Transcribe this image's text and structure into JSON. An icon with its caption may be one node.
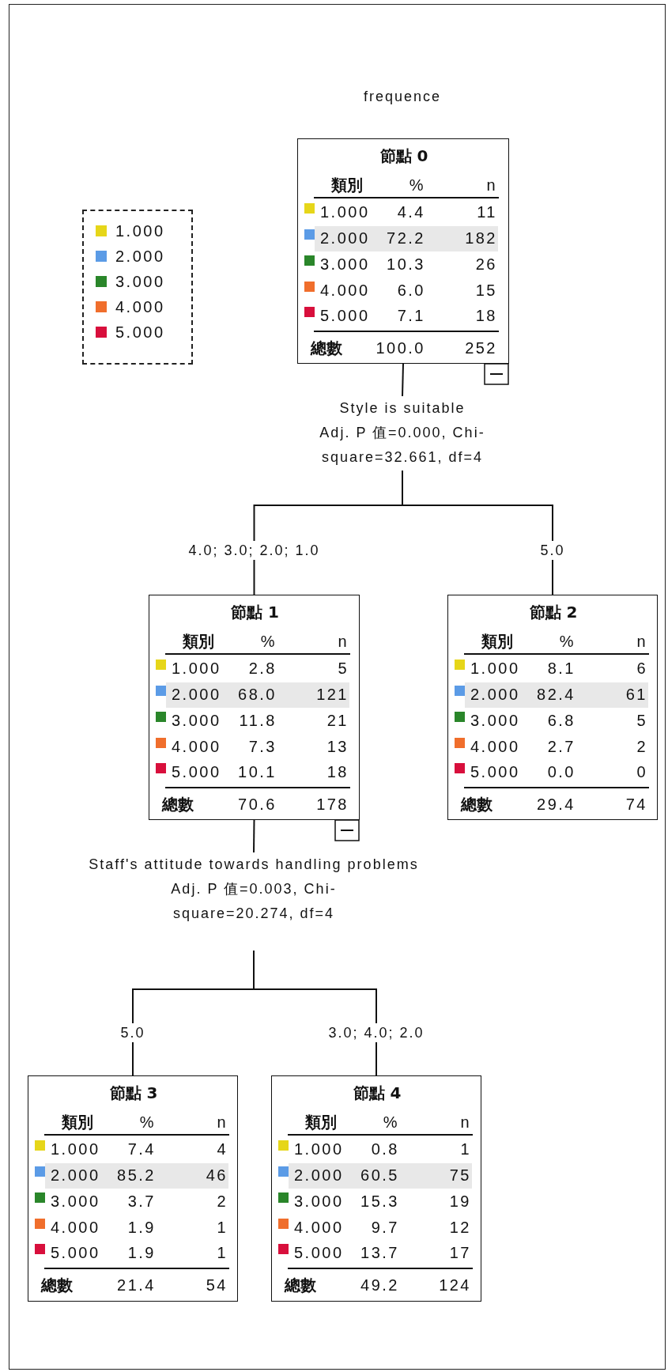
{
  "diagram": {
    "title": "frequence",
    "nodes": [
      {
        "text": [
          "節點 0",
          "類別",
          "%",
          "n",
          "1.000",
          "4.4",
          "11",
          "2.000",
          "72.2",
          "182",
          "3.000",
          "10.3",
          "26",
          "4.000",
          "6.0",
          "15",
          "5.000",
          "7.1",
          "18",
          "總數",
          "100.0",
          "252"
        ]
      },
      {
        "text": [
          "Style is suitable",
          "Adj. P 值=0.000, Chi-square=32.661, df=4"
        ]
      },
      {
        "text": [
          "節點 1",
          "類別",
          "%",
          "n",
          "1.000",
          "2.8",
          "5",
          "2.000",
          "68.0",
          "121",
          "3.000",
          "11.8",
          "21",
          "4.000",
          "7.3",
          "13",
          "5.000",
          "10.1",
          "18",
          "總數",
          "70.6",
          "178"
        ]
      },
      {
        "text": [
          "節點 2",
          "類別",
          "%",
          "n",
          "1.000",
          "8.1",
          "6",
          "2.000",
          "82.4",
          "61",
          "3.000",
          "6.8",
          "5",
          "4.000",
          "2.7",
          "2",
          "5.000",
          "0.0",
          "0",
          "總數",
          "29.4",
          "74"
        ]
      },
      {
        "text": [
          "Staff's attitude towards handling problems",
          "Adj. P 值=0.003, Chi-square=20.274, df=4"
        ]
      },
      {
        "text": [
          "節點 3",
          "類別",
          "%",
          "n",
          "1.000",
          "7.4",
          "4",
          "2.000",
          "85.2",
          "46",
          "3.000",
          "3.7",
          "2",
          "4.000",
          "1.9",
          "1",
          "5.000",
          "1.9",
          "1",
          "總數",
          "21.4",
          "54"
        ]
      },
      {
        "text": [
          "節點 4",
          "類別",
          "%",
          "n",
          "1.000",
          "0.8",
          "1",
          "2.000",
          "60.5",
          "75",
          "3.000",
          "15.3",
          "19",
          "4.000",
          "9.7",
          "12",
          "5.000",
          "13.7",
          "17",
          "總數",
          "49.2",
          "124"
        ]
      }
    ],
    "edges": [
      {
        "from": 0,
        "to": 1,
        "arrow": "none"
      },
      {
        "from": 1,
        "to": 2,
        "arrow": "none",
        "label": "4.0; 3.0; 2.0; 1.0"
      },
      {
        "from": 1,
        "to": 3,
        "arrow": "none",
        "label": "5.0"
      },
      {
        "from": 2,
        "to": 4,
        "arrow": "none"
      },
      {
        "from": 4,
        "to": 5,
        "arrow": "none",
        "label": "5.0"
      },
      {
        "from": 4,
        "to": 6,
        "arrow": "none",
        "label": "3.0; 4.0; 2.0"
      }
    ],
    "legend": [
      {
        "text": "1.000",
        "color": "#e6d619"
      },
      {
        "text": "2.000",
        "color": "#5b9be6"
      },
      {
        "text": "3.000",
        "color": "#2a862a"
      },
      {
        "text": "4.000",
        "color": "#f06e2c"
      },
      {
        "text": "5.000",
        "color": "#d80f3c"
      }
    ]
  }
}
